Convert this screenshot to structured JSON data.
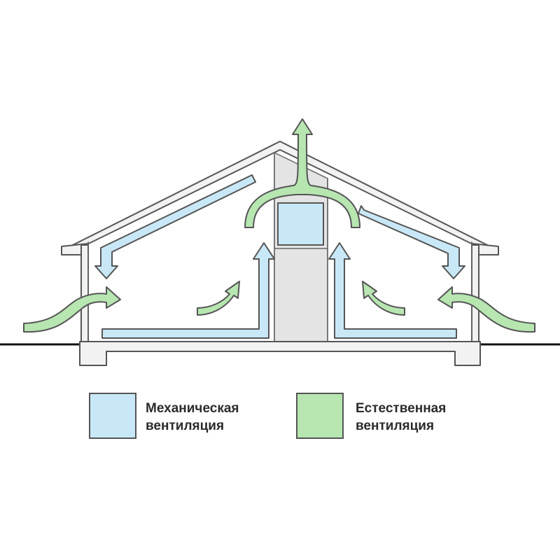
{
  "legend": [
    {
      "line1": "Механическая",
      "line2": "вентиляция",
      "color": "#c9e8f7",
      "stroke": "#555555"
    },
    {
      "line1": "Естественная",
      "line2": "вентиляция",
      "color": "#b7e6b1",
      "stroke": "#555555"
    }
  ],
  "colors": {
    "mechanical_fill": "#c9e8f7",
    "natural_fill": "#b7e6b1",
    "outline": "#555555",
    "house_fill": "#f2f2f2",
    "shaft_fill": "#e4e4e4",
    "ground": "#111111"
  }
}
